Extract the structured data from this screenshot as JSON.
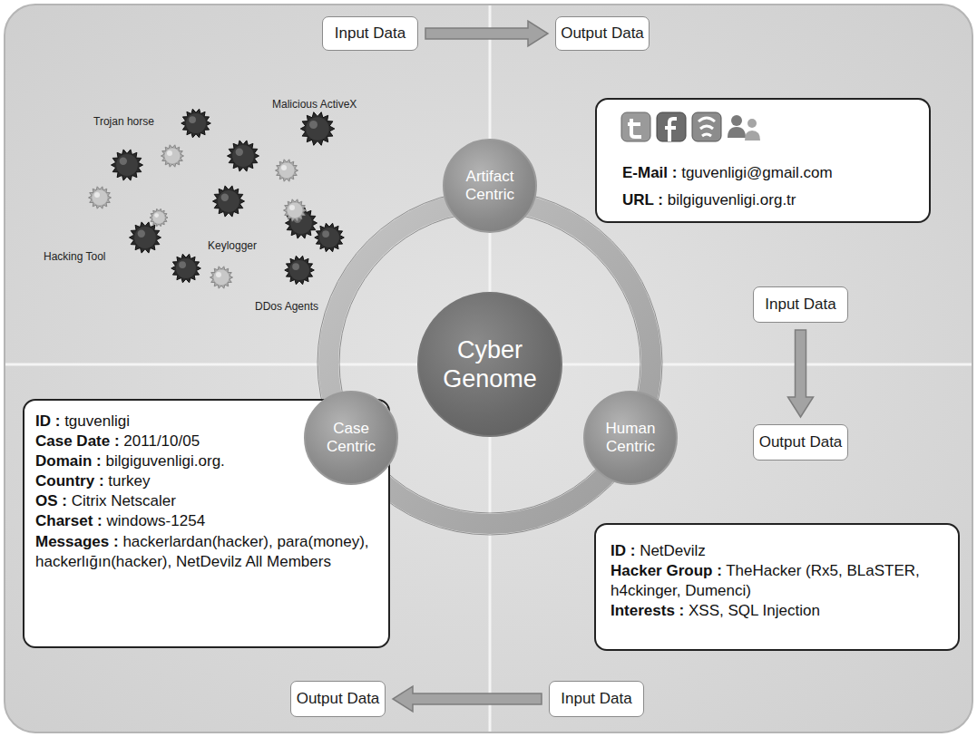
{
  "diagram": {
    "nodes": [
      {
        "text": [
          "Input Data"
        ]
      },
      {
        "text": [
          "Output Data"
        ]
      },
      {
        "text": [
          "Artifact Centric"
        ]
      },
      {
        "text": [
          "E-Mail :",
          "tguvenligi@gmail.com",
          "URL :",
          "bilgiguvenligi.org.tr"
        ]
      },
      {
        "text": [
          "Input Data"
        ]
      },
      {
        "text": [
          "Output Data"
        ]
      },
      {
        "text": [
          "Cyber Genome"
        ]
      },
      {
        "text": [
          "Case Centric"
        ]
      },
      {
        "text": [
          "Human Centric"
        ]
      },
      {
        "text": [
          "ID :",
          "tguvenligi",
          "Case Date :",
          "2011/10/05",
          "Domain :",
          "bilgiguvenligi.org.",
          "Country :",
          "turkey",
          "OS :",
          "Citrix Netscaler",
          "Charset :",
          "windows-1254",
          "Messages :",
          "hackerlardan(hacker), para(money), hackerlığın(hacker), NetDevilz All Members"
        ]
      },
      {
        "text": [
          "ID :",
          "NetDevilz",
          "Hacker Group :",
          "TheHacker (Rx5, BLaSTER, h4ckinger, Dumenci)",
          "Interests :",
          "XSS, SQL Injection"
        ]
      },
      {
        "text": [
          "Output Data"
        ]
      },
      {
        "text": [
          "Input Data"
        ]
      }
    ],
    "edges": [
      {
        "from": 0,
        "to": 1,
        "arrow": "to"
      },
      {
        "from": 4,
        "to": 5,
        "arrow": "to"
      },
      {
        "from": 12,
        "to": 11,
        "arrow": "to"
      }
    ],
    "labels": [
      "Trojan horse",
      "Malicious ActiveX",
      "Hacking Tool",
      "Keylogger",
      "DDos Agents"
    ]
  }
}
